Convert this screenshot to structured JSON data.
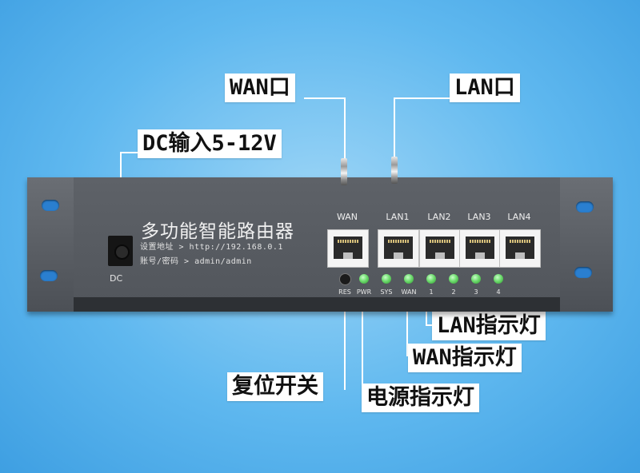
{
  "callouts": {
    "wan_port": "WAN口",
    "lan_port": "LAN口",
    "dc_input": "DC输入5-12V",
    "lan_led": "LAN指示灯",
    "wan_led": "WAN指示灯",
    "reset_switch": "复位开关",
    "power_led": "电源指示灯"
  },
  "panel": {
    "dc_label": "DC",
    "product_title": "多功能智能路由器",
    "setup_address": "设置地址 > http://192.168.0.1",
    "account": "账号/密码 > admin/admin",
    "ports": [
      "WAN",
      "LAN1",
      "LAN2",
      "LAN3",
      "LAN4"
    ],
    "indicator_labels": [
      "RES",
      "PWR",
      "SYS",
      "WAN",
      "1",
      "2",
      "3",
      "4"
    ]
  },
  "colors": {
    "background": "#5fb8ef",
    "panel": "#585c62",
    "led_green": "#6fdc6f"
  }
}
